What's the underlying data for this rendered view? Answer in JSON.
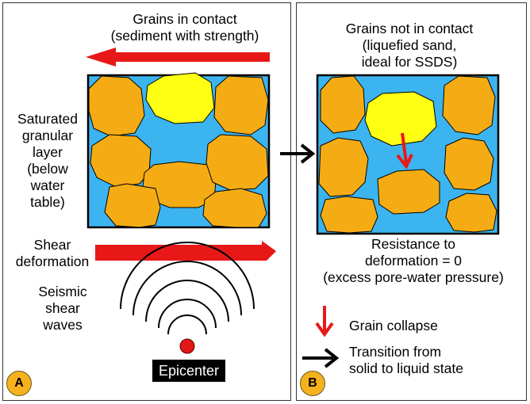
{
  "panel_a": {
    "top_label": "Grains in contact\n(sediment with strength)",
    "side_label": "Saturated\ngranular\nlayer\n(below\nwater\ntable)",
    "shear_label": "Shear\ndeformation",
    "seismic_label": "Seismic\nshear\nwaves",
    "epicenter_label": "Epicenter",
    "badge": "A"
  },
  "panel_b": {
    "top_label": "Grains not in contact\n(liquefied sand,\nideal for SSDS)",
    "resistance_label": "Resistance to\ndeformation = 0\n(excess pore-water pressure)",
    "legend_collapse": "Grain collapse",
    "legend_transition": "Transition from\nsolid to liquid state",
    "badge": "B"
  },
  "colors": {
    "water": "#3cb4f0",
    "grain": "#f5ac14",
    "grain_highlight": "#ffff14",
    "arrow_red": "#e81818",
    "epicenter_dot": "#e01818"
  }
}
